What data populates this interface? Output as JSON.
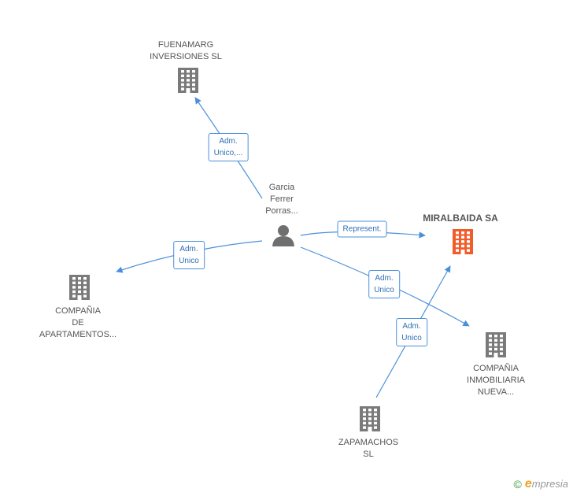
{
  "colors": {
    "edge": "#4a90d9",
    "building": "#7a7a7a",
    "building_focus": "#f25c2a",
    "person": "#6f6f6f"
  },
  "nodes": [
    {
      "id": "fuenamarg",
      "type": "company",
      "lines": [
        "FUENAMARG",
        "INVERSIONES SL"
      ]
    },
    {
      "id": "garcia",
      "type": "person",
      "lines": [
        "Garcia",
        "Ferrer",
        "Porras..."
      ]
    },
    {
      "id": "miralbaida",
      "type": "company_focus",
      "lines": [
        "MIRALBAIDA SA"
      ]
    },
    {
      "id": "apartamentos",
      "type": "company",
      "lines": [
        "COMPAÑIA",
        "DE",
        "APARTAMENTOS..."
      ]
    },
    {
      "id": "inmobiliaria",
      "type": "company",
      "lines": [
        "COMPAÑIA",
        "INMOBILIARIA",
        "NUEVA..."
      ]
    },
    {
      "id": "zapamachos",
      "type": "company",
      "lines": [
        "ZAPAMACHOS",
        "SL"
      ]
    }
  ],
  "edges": [
    {
      "from": "garcia",
      "to": "fuenamarg",
      "lines": [
        "Adm.",
        "Unico,..."
      ]
    },
    {
      "from": "garcia",
      "to": "miralbaida",
      "lines": [
        "Represent."
      ]
    },
    {
      "from": "garcia",
      "to": "apartamentos",
      "lines": [
        "Adm.",
        "Unico"
      ]
    },
    {
      "from": "garcia",
      "to": "inmobiliaria",
      "lines": [
        "Adm.",
        "Unico"
      ]
    },
    {
      "from": "zapamachos",
      "to": "miralbaida",
      "lines": [
        "Adm.",
        "Unico"
      ]
    }
  ],
  "watermark": {
    "copyright": "©",
    "brand_initial": "e",
    "brand_rest": "mpresia"
  }
}
